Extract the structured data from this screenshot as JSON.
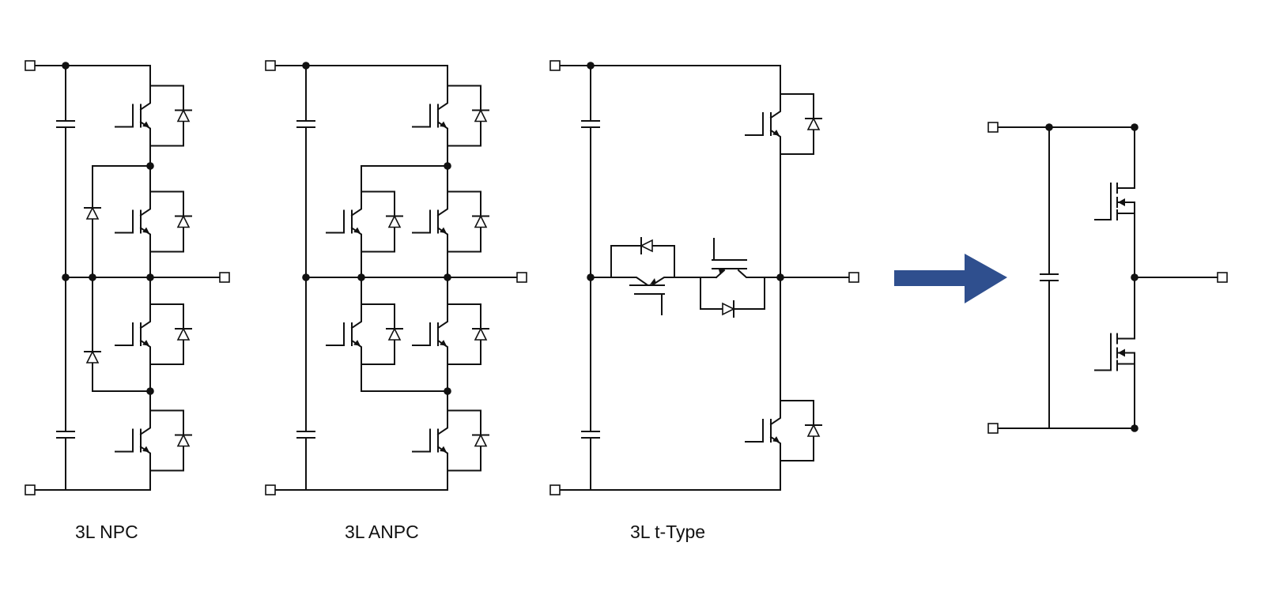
{
  "labels": {
    "npc": "3L NPC",
    "anpc": "3L ANPC",
    "ttype": "3L t-Type"
  },
  "colors": {
    "arrow": "#2f4f8e",
    "line": "#111111",
    "background": "#ffffff"
  },
  "icons": {
    "arrow": "right-arrow-icon",
    "igbt": "igbt-icon",
    "mosfet": "mosfet-icon",
    "diode": "diode-icon",
    "capacitor": "capacitor-icon",
    "terminal": "terminal-icon",
    "junction": "junction-dot-icon"
  }
}
